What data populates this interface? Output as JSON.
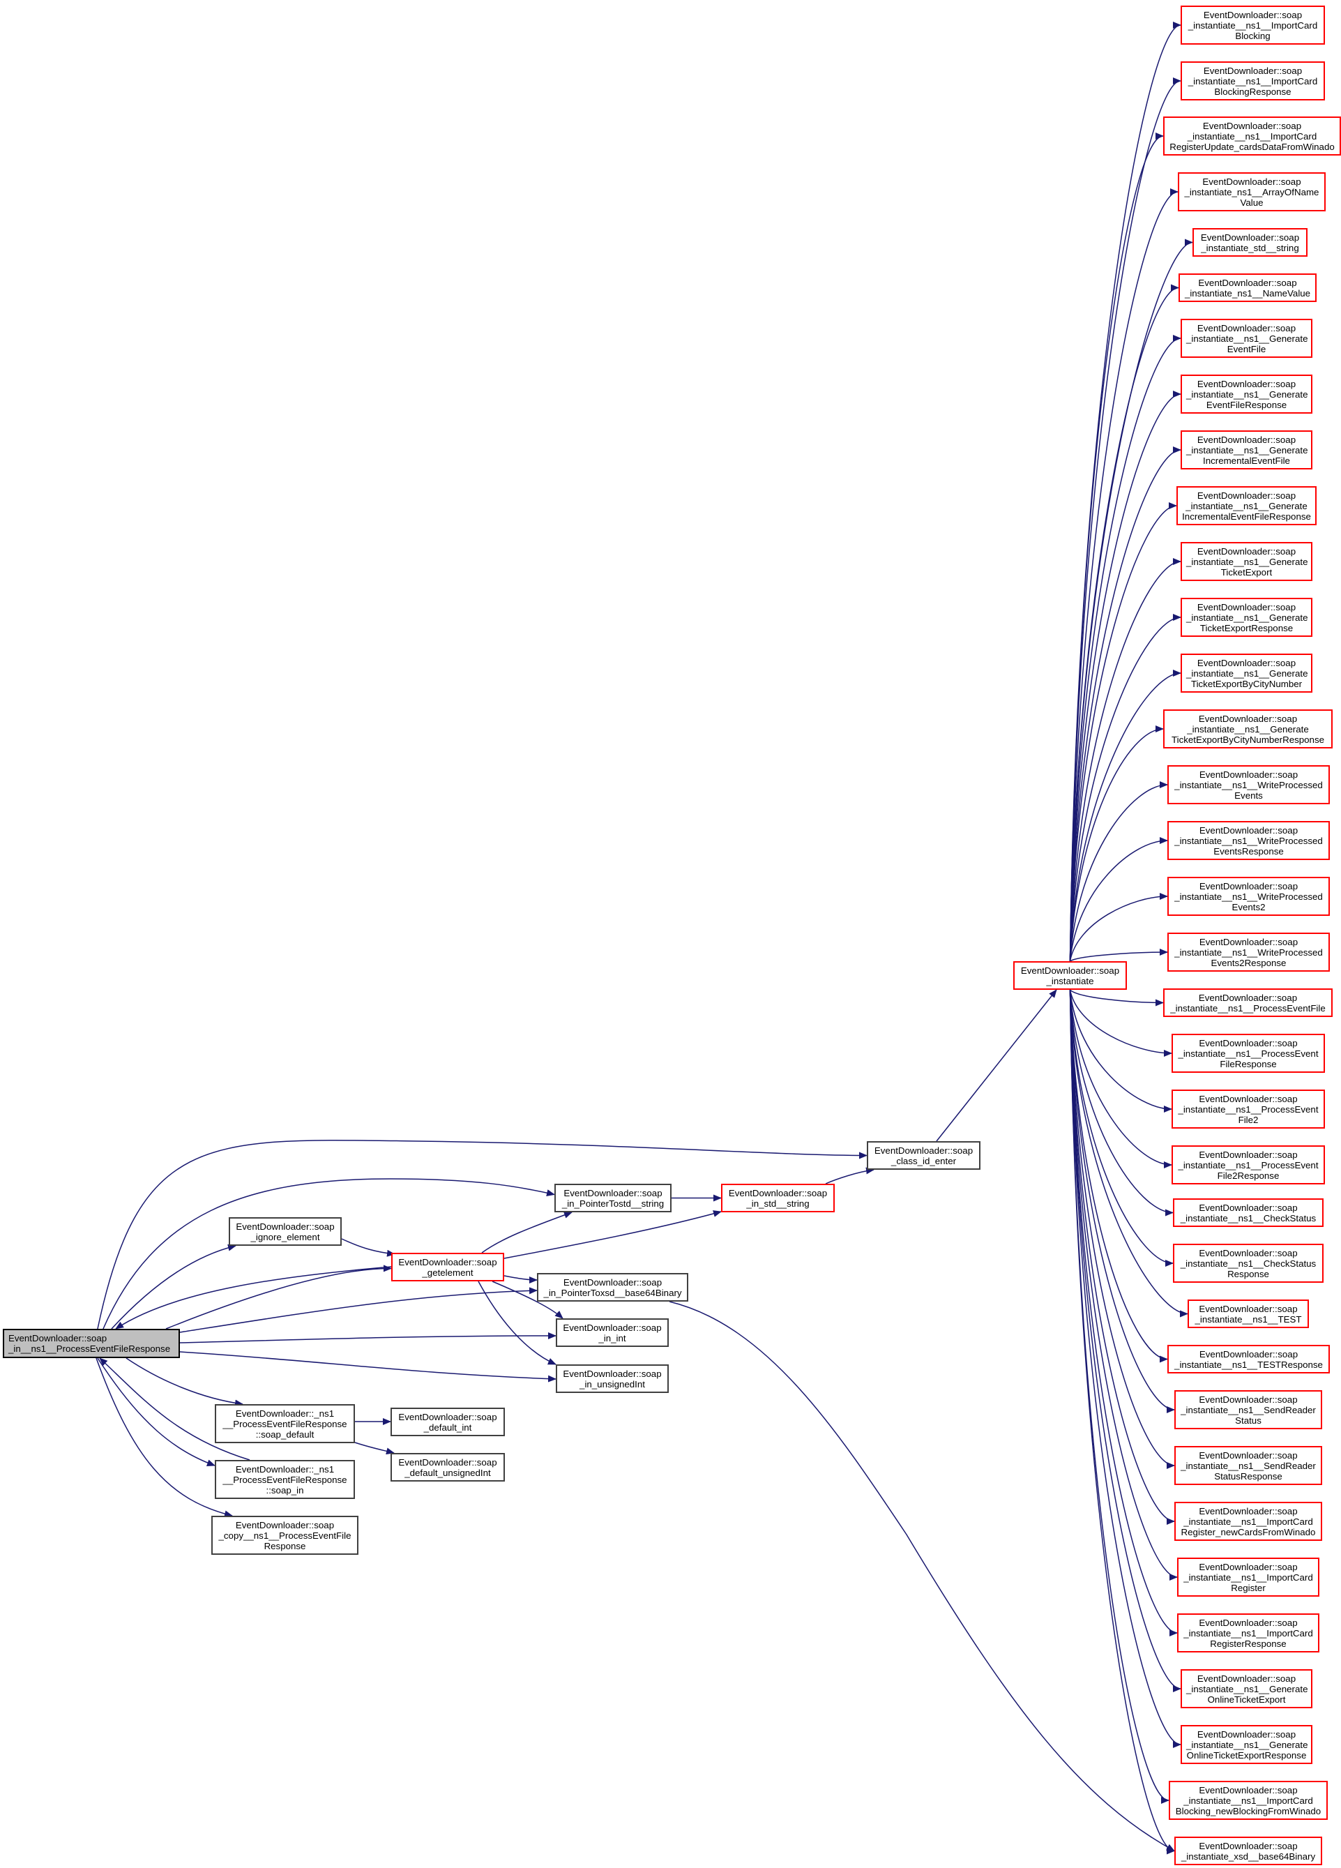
{
  "graph": {
    "edge_color": "#191970",
    "colors": {
      "root_fill": "#bfbfbf",
      "normal_border": "#404040",
      "truncated_border": "#ff0000"
    },
    "nodes": {
      "root": {
        "lines": [
          "EventDownloader::soap",
          "_in__ns1__ProcessEventFileResponse"
        ],
        "style": "root"
      },
      "ignore_element": {
        "lines": [
          "EventDownloader::soap",
          "_ignore_element"
        ],
        "style": "normal"
      },
      "getelement": {
        "lines": [
          "EventDownloader::soap",
          "_getelement"
        ],
        "style": "truncated"
      },
      "in_pointer_std_string": {
        "lines": [
          "EventDownloader::soap",
          "_in_PointerTostd__string"
        ],
        "style": "normal"
      },
      "in_std_string": {
        "lines": [
          "EventDownloader::soap",
          "_in_std__string"
        ],
        "style": "truncated"
      },
      "class_id_enter": {
        "lines": [
          "EventDownloader::soap",
          "_class_id_enter"
        ],
        "style": "normal"
      },
      "instantiate": {
        "lines": [
          "EventDownloader::soap",
          "_instantiate"
        ],
        "style": "truncated"
      },
      "in_pointer_base64": {
        "lines": [
          "EventDownloader::soap",
          "_in_PointerToxsd__base64Binary"
        ],
        "style": "normal"
      },
      "in_int": {
        "lines": [
          "EventDownloader::soap",
          "_in_int"
        ],
        "style": "normal"
      },
      "in_unsigned_int": {
        "lines": [
          "EventDownloader::soap",
          "_in_unsignedInt"
        ],
        "style": "normal"
      },
      "resp_soap_default": {
        "lines": [
          "EventDownloader::_ns1",
          "__ProcessEventFileResponse",
          "::soap_default"
        ],
        "style": "normal"
      },
      "default_int": {
        "lines": [
          "EventDownloader::soap",
          "_default_int"
        ],
        "style": "normal"
      },
      "default_unsigned_int": {
        "lines": [
          "EventDownloader::soap",
          "_default_unsignedInt"
        ],
        "style": "normal"
      },
      "resp_soap_in": {
        "lines": [
          "EventDownloader::_ns1",
          "__ProcessEventFileResponse",
          "::soap_in"
        ],
        "style": "normal"
      },
      "soap_copy": {
        "lines": [
          "EventDownloader::soap",
          "_copy__ns1__ProcessEventFile",
          "Response"
        ],
        "style": "normal"
      }
    },
    "instantiate_targets": [
      {
        "id": "i_import_card_blocking",
        "lines": [
          "EventDownloader::soap",
          "_instantiate__ns1__ImportCard",
          "Blocking"
        ]
      },
      {
        "id": "i_import_card_blocking_resp",
        "lines": [
          "EventDownloader::soap",
          "_instantiate__ns1__ImportCard",
          "BlockingResponse"
        ]
      },
      {
        "id": "i_import_card_reg_update",
        "lines": [
          "EventDownloader::soap",
          "_instantiate__ns1__ImportCard",
          "RegisterUpdate_cardsDataFromWinado"
        ]
      },
      {
        "id": "i_array_of_name_value",
        "lines": [
          "EventDownloader::soap",
          "_instantiate_ns1__ArrayOfName",
          "Value"
        ]
      },
      {
        "id": "i_std_string",
        "lines": [
          "EventDownloader::soap",
          "_instantiate_std__string"
        ]
      },
      {
        "id": "i_name_value",
        "lines": [
          "EventDownloader::soap",
          "_instantiate_ns1__NameValue"
        ]
      },
      {
        "id": "i_gen_event_file",
        "lines": [
          "EventDownloader::soap",
          "_instantiate__ns1__Generate",
          "EventFile"
        ]
      },
      {
        "id": "i_gen_event_file_resp",
        "lines": [
          "EventDownloader::soap",
          "_instantiate__ns1__Generate",
          "EventFileResponse"
        ]
      },
      {
        "id": "i_gen_incr_event_file",
        "lines": [
          "EventDownloader::soap",
          "_instantiate__ns1__Generate",
          "IncrementalEventFile"
        ]
      },
      {
        "id": "i_gen_incr_event_file_resp",
        "lines": [
          "EventDownloader::soap",
          "_instantiate__ns1__Generate",
          "IncrementalEventFileResponse"
        ]
      },
      {
        "id": "i_gen_ticket_export",
        "lines": [
          "EventDownloader::soap",
          "_instantiate__ns1__Generate",
          "TicketExport"
        ]
      },
      {
        "id": "i_gen_ticket_export_resp",
        "lines": [
          "EventDownloader::soap",
          "_instantiate__ns1__Generate",
          "TicketExportResponse"
        ]
      },
      {
        "id": "i_gen_ticket_export_city",
        "lines": [
          "EventDownloader::soap",
          "_instantiate__ns1__Generate",
          "TicketExportByCityNumber"
        ]
      },
      {
        "id": "i_gen_ticket_export_city_resp",
        "lines": [
          "EventDownloader::soap",
          "_instantiate__ns1__Generate",
          "TicketExportByCityNumberResponse"
        ]
      },
      {
        "id": "i_write_processed_events",
        "lines": [
          "EventDownloader::soap",
          "_instantiate__ns1__WriteProcessed",
          "Events"
        ]
      },
      {
        "id": "i_write_processed_events_resp",
        "lines": [
          "EventDownloader::soap",
          "_instantiate__ns1__WriteProcessed",
          "EventsResponse"
        ]
      },
      {
        "id": "i_write_processed_events2",
        "lines": [
          "EventDownloader::soap",
          "_instantiate__ns1__WriteProcessed",
          "Events2"
        ]
      },
      {
        "id": "i_write_processed_events2_resp",
        "lines": [
          "EventDownloader::soap",
          "_instantiate__ns1__WriteProcessed",
          "Events2Response"
        ]
      },
      {
        "id": "i_process_event_file",
        "lines": [
          "EventDownloader::soap",
          "_instantiate__ns1__ProcessEventFile"
        ]
      },
      {
        "id": "i_process_event_file_resp",
        "lines": [
          "EventDownloader::soap",
          "_instantiate__ns1__ProcessEvent",
          "FileResponse"
        ]
      },
      {
        "id": "i_process_event_file2",
        "lines": [
          "EventDownloader::soap",
          "_instantiate__ns1__ProcessEvent",
          "File2"
        ]
      },
      {
        "id": "i_process_event_file2_resp",
        "lines": [
          "EventDownloader::soap",
          "_instantiate__ns1__ProcessEvent",
          "File2Response"
        ]
      },
      {
        "id": "i_check_status",
        "lines": [
          "EventDownloader::soap",
          "_instantiate__ns1__CheckStatus"
        ]
      },
      {
        "id": "i_check_status_resp",
        "lines": [
          "EventDownloader::soap",
          "_instantiate__ns1__CheckStatus",
          "Response"
        ]
      },
      {
        "id": "i_test",
        "lines": [
          "EventDownloader::soap",
          "_instantiate__ns1__TEST"
        ]
      },
      {
        "id": "i_test_resp",
        "lines": [
          "EventDownloader::soap",
          "_instantiate__ns1__TESTResponse"
        ]
      },
      {
        "id": "i_send_reader_status",
        "lines": [
          "EventDownloader::soap",
          "_instantiate__ns1__SendReader",
          "Status"
        ]
      },
      {
        "id": "i_send_reader_status_resp",
        "lines": [
          "EventDownloader::soap",
          "_instantiate__ns1__SendReader",
          "StatusResponse"
        ]
      },
      {
        "id": "i_import_card_reg_new",
        "lines": [
          "EventDownloader::soap",
          "_instantiate__ns1__ImportCard",
          "Register_newCardsFromWinado"
        ]
      },
      {
        "id": "i_import_card_register",
        "lines": [
          "EventDownloader::soap",
          "_instantiate__ns1__ImportCard",
          "Register"
        ]
      },
      {
        "id": "i_import_card_register_resp",
        "lines": [
          "EventDownloader::soap",
          "_instantiate__ns1__ImportCard",
          "RegisterResponse"
        ]
      },
      {
        "id": "i_gen_online_ticket_export",
        "lines": [
          "EventDownloader::soap",
          "_instantiate__ns1__Generate",
          "OnlineTicketExport"
        ]
      },
      {
        "id": "i_gen_online_ticket_export_resp",
        "lines": [
          "EventDownloader::soap",
          "_instantiate__ns1__Generate",
          "OnlineTicketExportResponse"
        ]
      },
      {
        "id": "i_import_card_blocking_new",
        "lines": [
          "EventDownloader::soap",
          "_instantiate__ns1__ImportCard",
          "Blocking_newBlockingFromWinado"
        ]
      },
      {
        "id": "i_xsd_base64",
        "lines": [
          "EventDownloader::soap",
          "_instantiate_xsd__base64Binary"
        ]
      }
    ],
    "edges": [
      [
        "root",
        "class_id_enter"
      ],
      [
        "root",
        "in_pointer_std_string"
      ],
      [
        "root",
        "ignore_element"
      ],
      [
        "root",
        "getelement"
      ],
      [
        "root",
        "in_pointer_base64"
      ],
      [
        "root",
        "in_int"
      ],
      [
        "root",
        "in_unsigned_int"
      ],
      [
        "root",
        "resp_soap_default"
      ],
      [
        "root",
        "resp_soap_in"
      ],
      [
        "root",
        "soap_copy"
      ],
      [
        "resp_soap_in",
        "root"
      ],
      [
        "ignore_element",
        "getelement"
      ],
      [
        "getelement",
        "in_pointer_std_string"
      ],
      [
        "getelement",
        "in_std_string"
      ],
      [
        "getelement",
        "in_pointer_base64"
      ],
      [
        "getelement",
        "in_int"
      ],
      [
        "getelement",
        "in_unsigned_int"
      ],
      [
        "getelement",
        "root"
      ],
      [
        "in_pointer_std_string",
        "in_std_string"
      ],
      [
        "in_std_string",
        "class_id_enter"
      ],
      [
        "class_id_enter",
        "instantiate"
      ],
      [
        "in_pointer_base64",
        "i_xsd_base64"
      ],
      [
        "resp_soap_default",
        "default_int"
      ],
      [
        "resp_soap_default",
        "default_unsigned_int"
      ]
    ]
  }
}
